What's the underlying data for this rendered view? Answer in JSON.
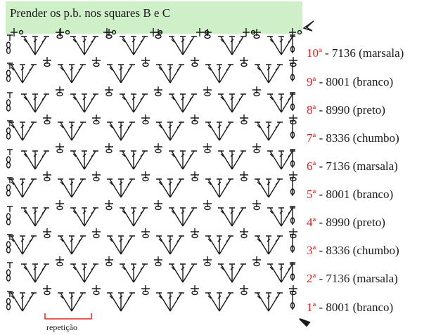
{
  "banner": {
    "text": "Prender os p.b. nos squares B e C",
    "color": "#cfefc9"
  },
  "rows": [
    {
      "num": "10ª",
      "rest": " - 7136 (marsala)"
    },
    {
      "num": "9ª",
      "rest": " - 8001 (branco)"
    },
    {
      "num": "8ª",
      "rest": " - 8990 (preto)"
    },
    {
      "num": "7ª",
      "rest": " - 8336 (chumbo)"
    },
    {
      "num": "6ª",
      "rest": " - 7136 (marsala)"
    },
    {
      "num": "5ª",
      "rest": " - 8001 (branco)"
    },
    {
      "num": "4ª",
      "rest": " - 8990 (preto)"
    },
    {
      "num": "3ª",
      "rest": " - 8336 (chumbo)"
    },
    {
      "num": "2ª",
      "rest": " - 7136 (marsala)"
    },
    {
      "num": "1ª",
      "rest": " - 8001 (branco)"
    }
  ],
  "repeat_label": "repetição",
  "colors": {
    "row_number": "#e0201b",
    "repeat_bracket": "#e0201b",
    "symbols": "#1a1a1a"
  },
  "icons": {
    "start_marker": "arrowhead-start-icon",
    "end_marker": "arrowhead-end-icon"
  }
}
